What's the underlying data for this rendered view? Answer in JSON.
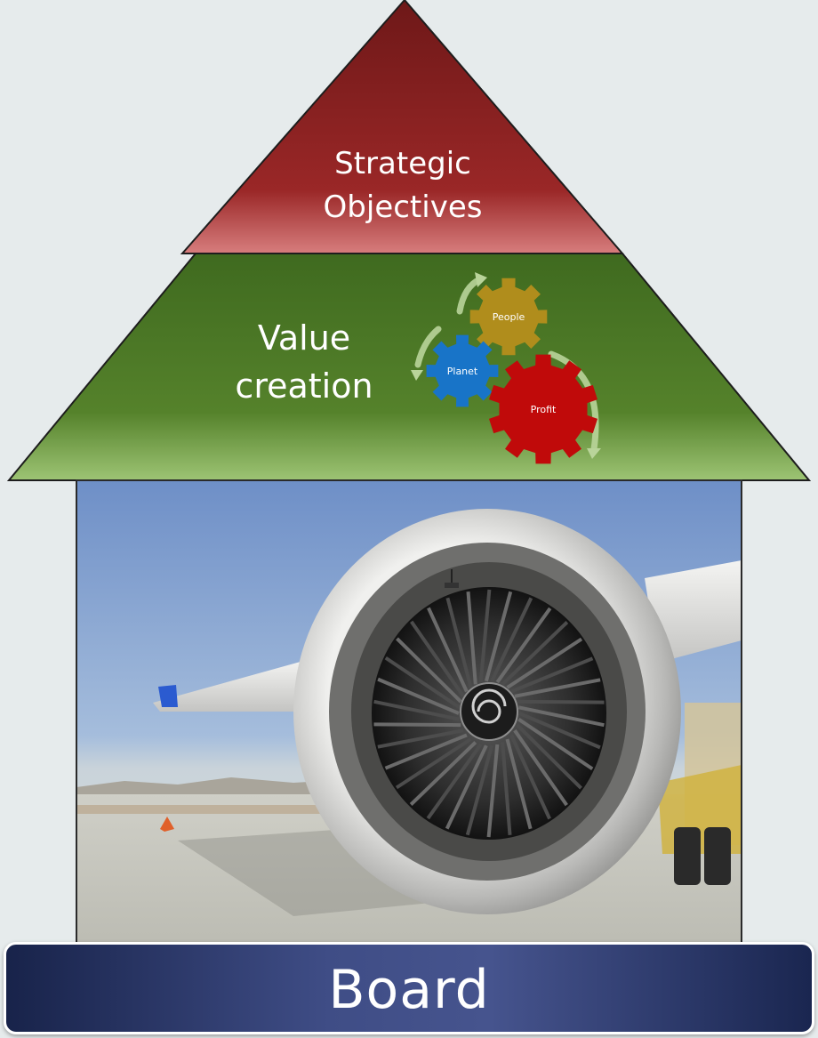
{
  "roof": {
    "strategic_line1": "Strategic",
    "strategic_line2": "Objectives",
    "value_line1": "Value",
    "value_line2": "creation"
  },
  "gears": {
    "people": "People",
    "planet": "Planet",
    "profit": "Profit"
  },
  "colors": {
    "strategic": "#8a2222",
    "value": "#4e7a26",
    "people": "#b08d1c",
    "planet": "#1874c8",
    "profit": "#c00a0a",
    "board": "#3b4a82"
  },
  "photo": {
    "subject": "jet-engine-on-airport-apron"
  },
  "board": {
    "label": "Board"
  }
}
